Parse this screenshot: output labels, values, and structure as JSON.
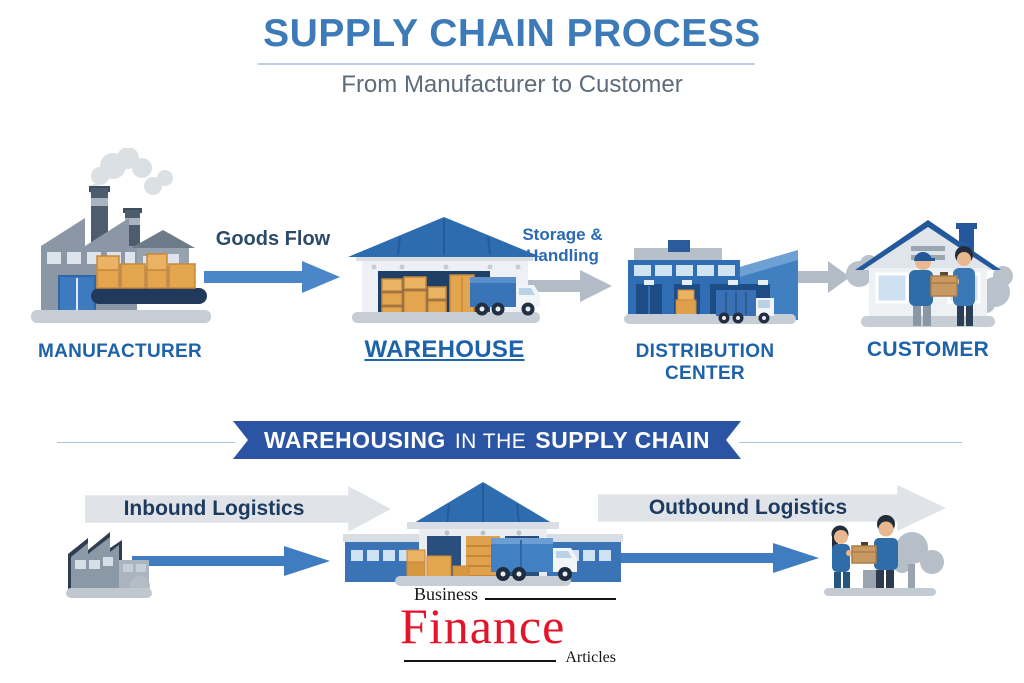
{
  "header": {
    "title": "SUPPLY CHAIN PROCESS",
    "subtitle": "From Manufacturer to Customer"
  },
  "top_flow": {
    "stages": [
      {
        "label": "MANUFACTURER",
        "illustration": "factory"
      },
      {
        "label": "WAREHOUSE",
        "illustration": "warehouse",
        "underlined": true
      },
      {
        "label": "DISTRIBUTION CENTER",
        "illustration": "distribution-center"
      },
      {
        "label": "CUSTOMER",
        "illustration": "customer-house"
      }
    ],
    "connectors": [
      {
        "label": "Goods Flow",
        "style": "blue-arrow"
      },
      {
        "label_line1": "Storage &",
        "label_line2": "Handling",
        "style": "gray-arrow"
      },
      {
        "style": "gray-arrow"
      }
    ]
  },
  "banner": {
    "part1": "WAREHOUSING",
    "part2": "IN THE",
    "part3": "SUPPLY CHAIN"
  },
  "bottom_flow": {
    "inbound_label": "Inbound Logistics",
    "outbound_label": "Outbound Logistics",
    "illustrations": [
      "small-factory",
      "central-warehouse",
      "customers-receiving-box"
    ]
  },
  "logo": {
    "word1": "Business",
    "word2": "Finance",
    "word3": "Articles"
  },
  "colors": {
    "title_blue": "#3d7ab8",
    "subtitle_gray": "#5d6c7b",
    "stage_label_blue": "#1e63a9",
    "ribbon_blue": "#2b55a2",
    "arrow_blue": "#4a86c8",
    "gray_arrow": "#b3bcc6",
    "band_gray": "#e0e4e9",
    "navy_text": "#1d3a5f",
    "logo_red": "#e2152b",
    "box_orange": "#e3a64f",
    "roof_blue": "#2e6cb0"
  }
}
